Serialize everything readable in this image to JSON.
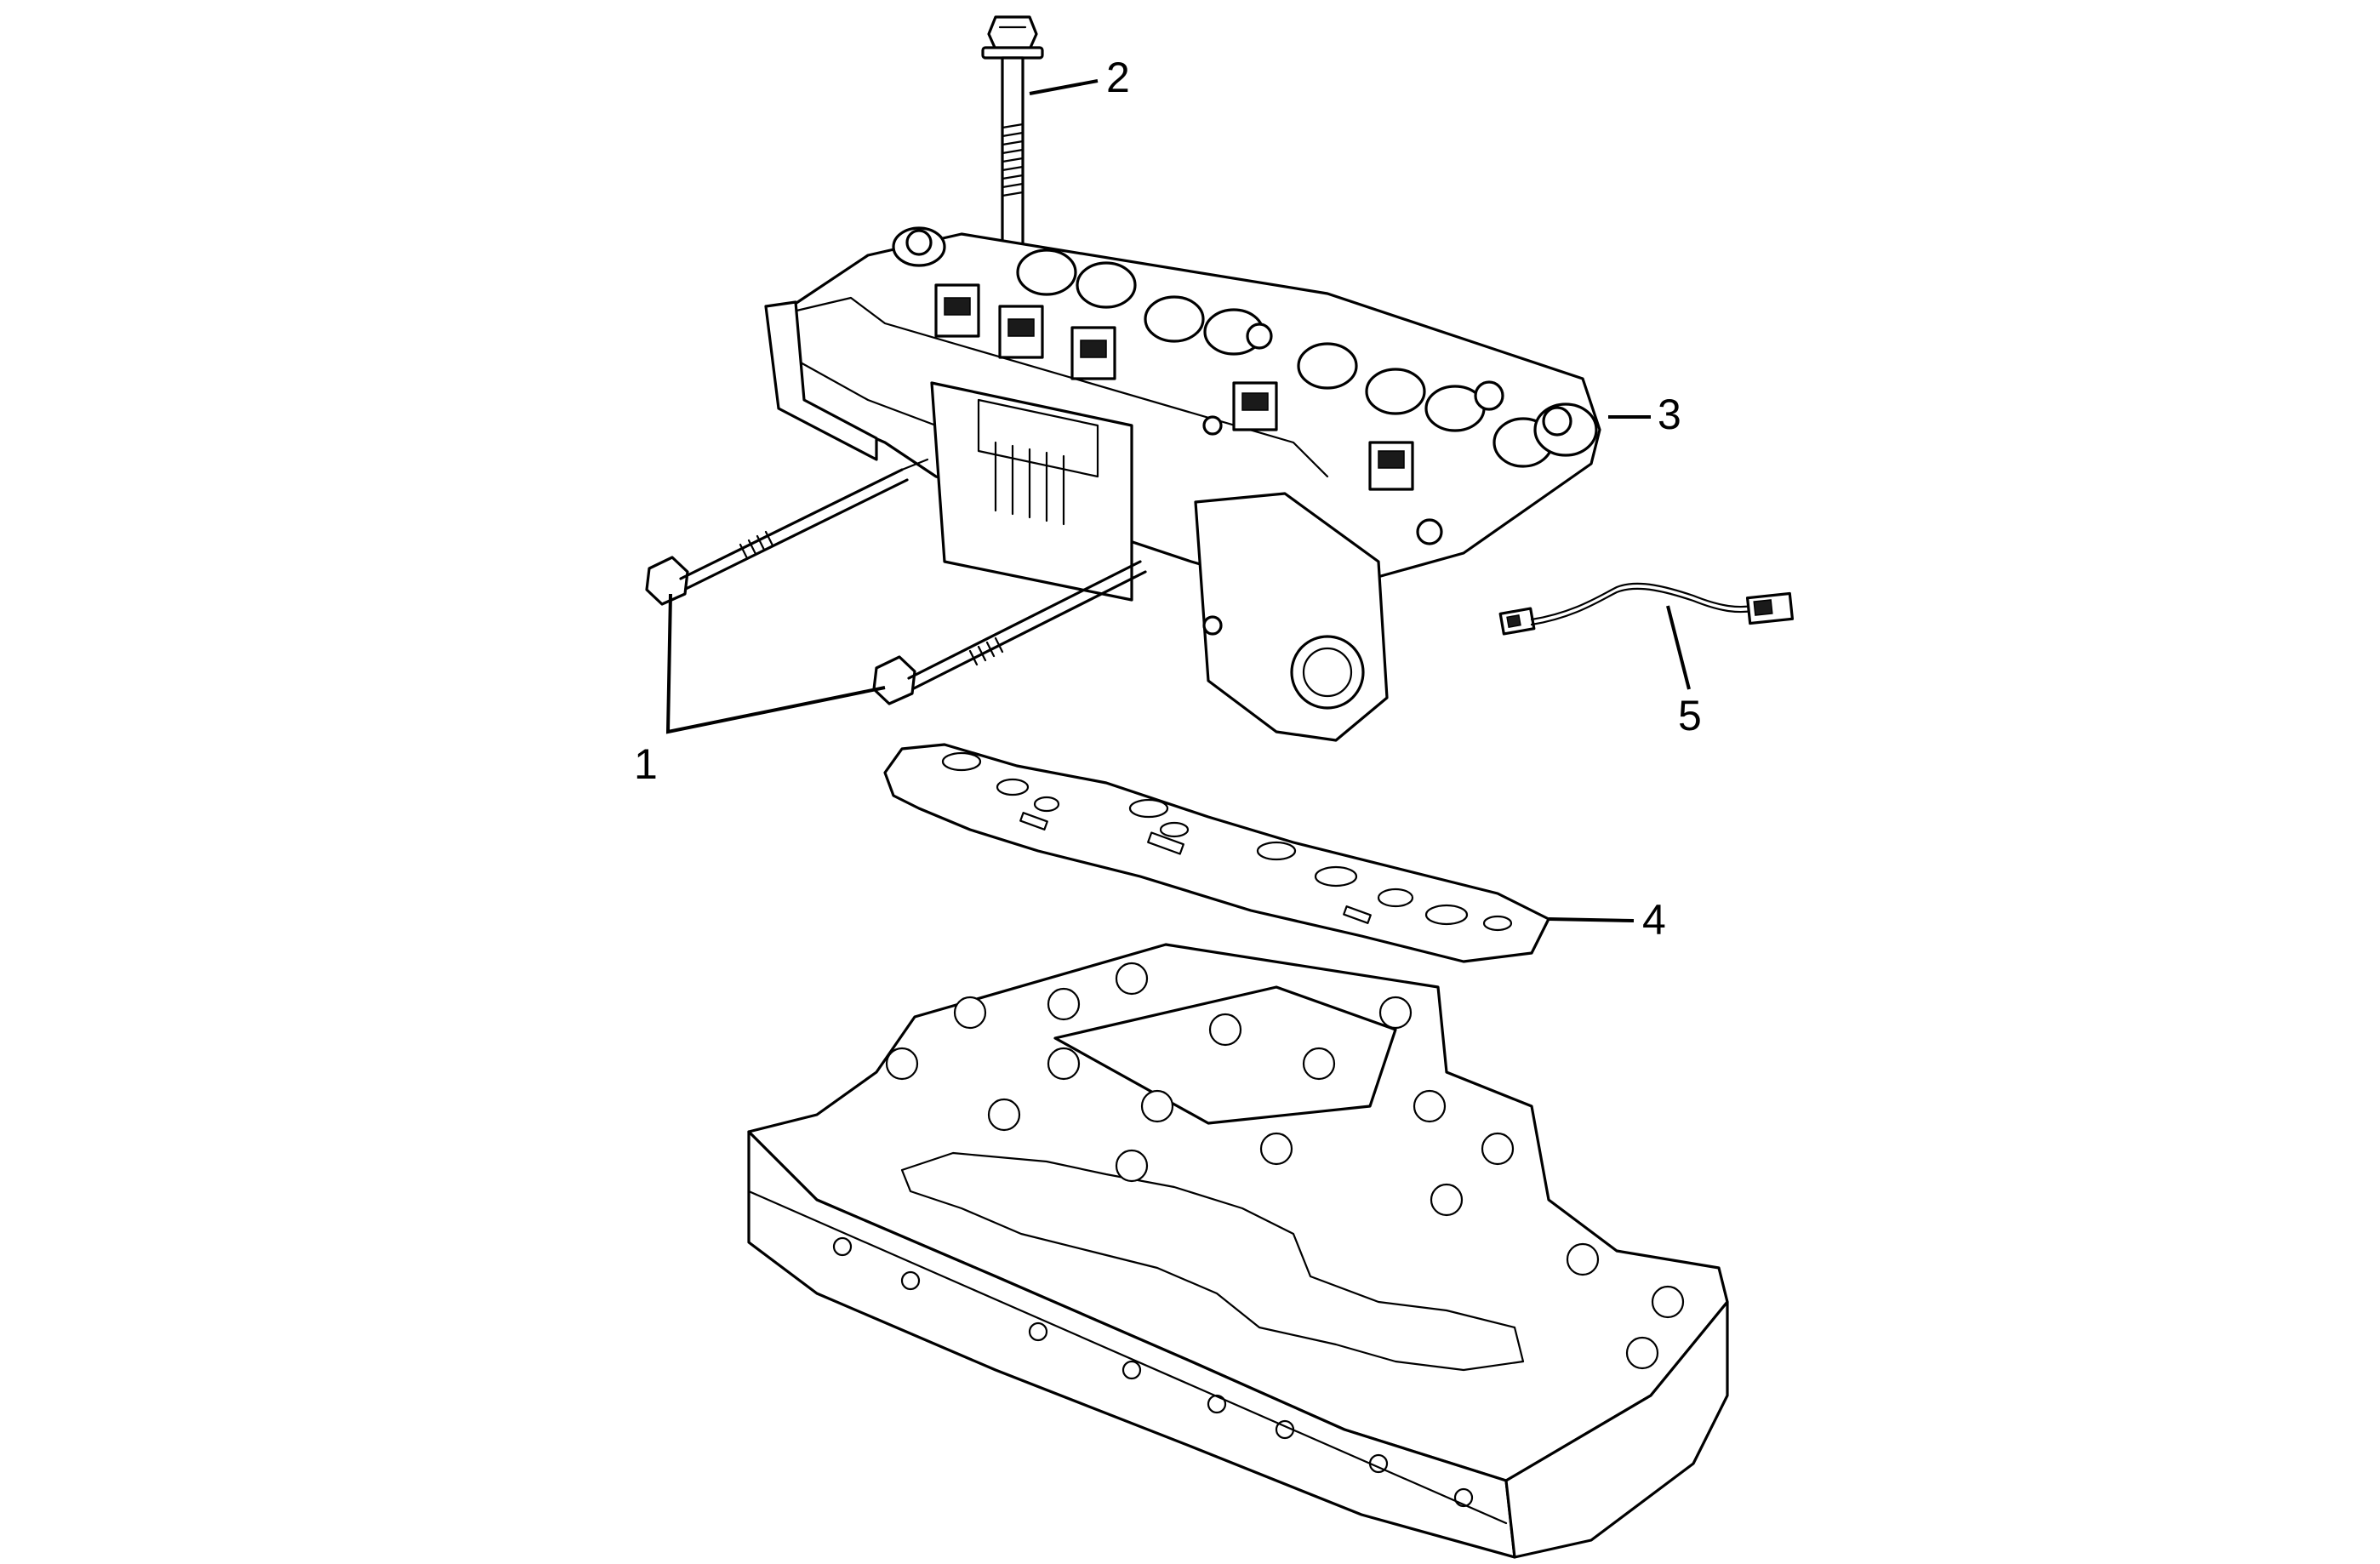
{
  "callouts": [
    {
      "id": "1",
      "text": "1"
    },
    {
      "id": "2",
      "text": "2"
    },
    {
      "id": "3",
      "text": "3"
    },
    {
      "id": "4",
      "text": "4"
    },
    {
      "id": "5",
      "text": "5"
    }
  ],
  "colors": {
    "line": "#000000",
    "background": "#ffffff"
  },
  "parts": [
    "bolt",
    "bolt",
    "control-solenoid-valve-assembly",
    "spacer-plate-gasket",
    "wiring-harness",
    "valve-body"
  ]
}
